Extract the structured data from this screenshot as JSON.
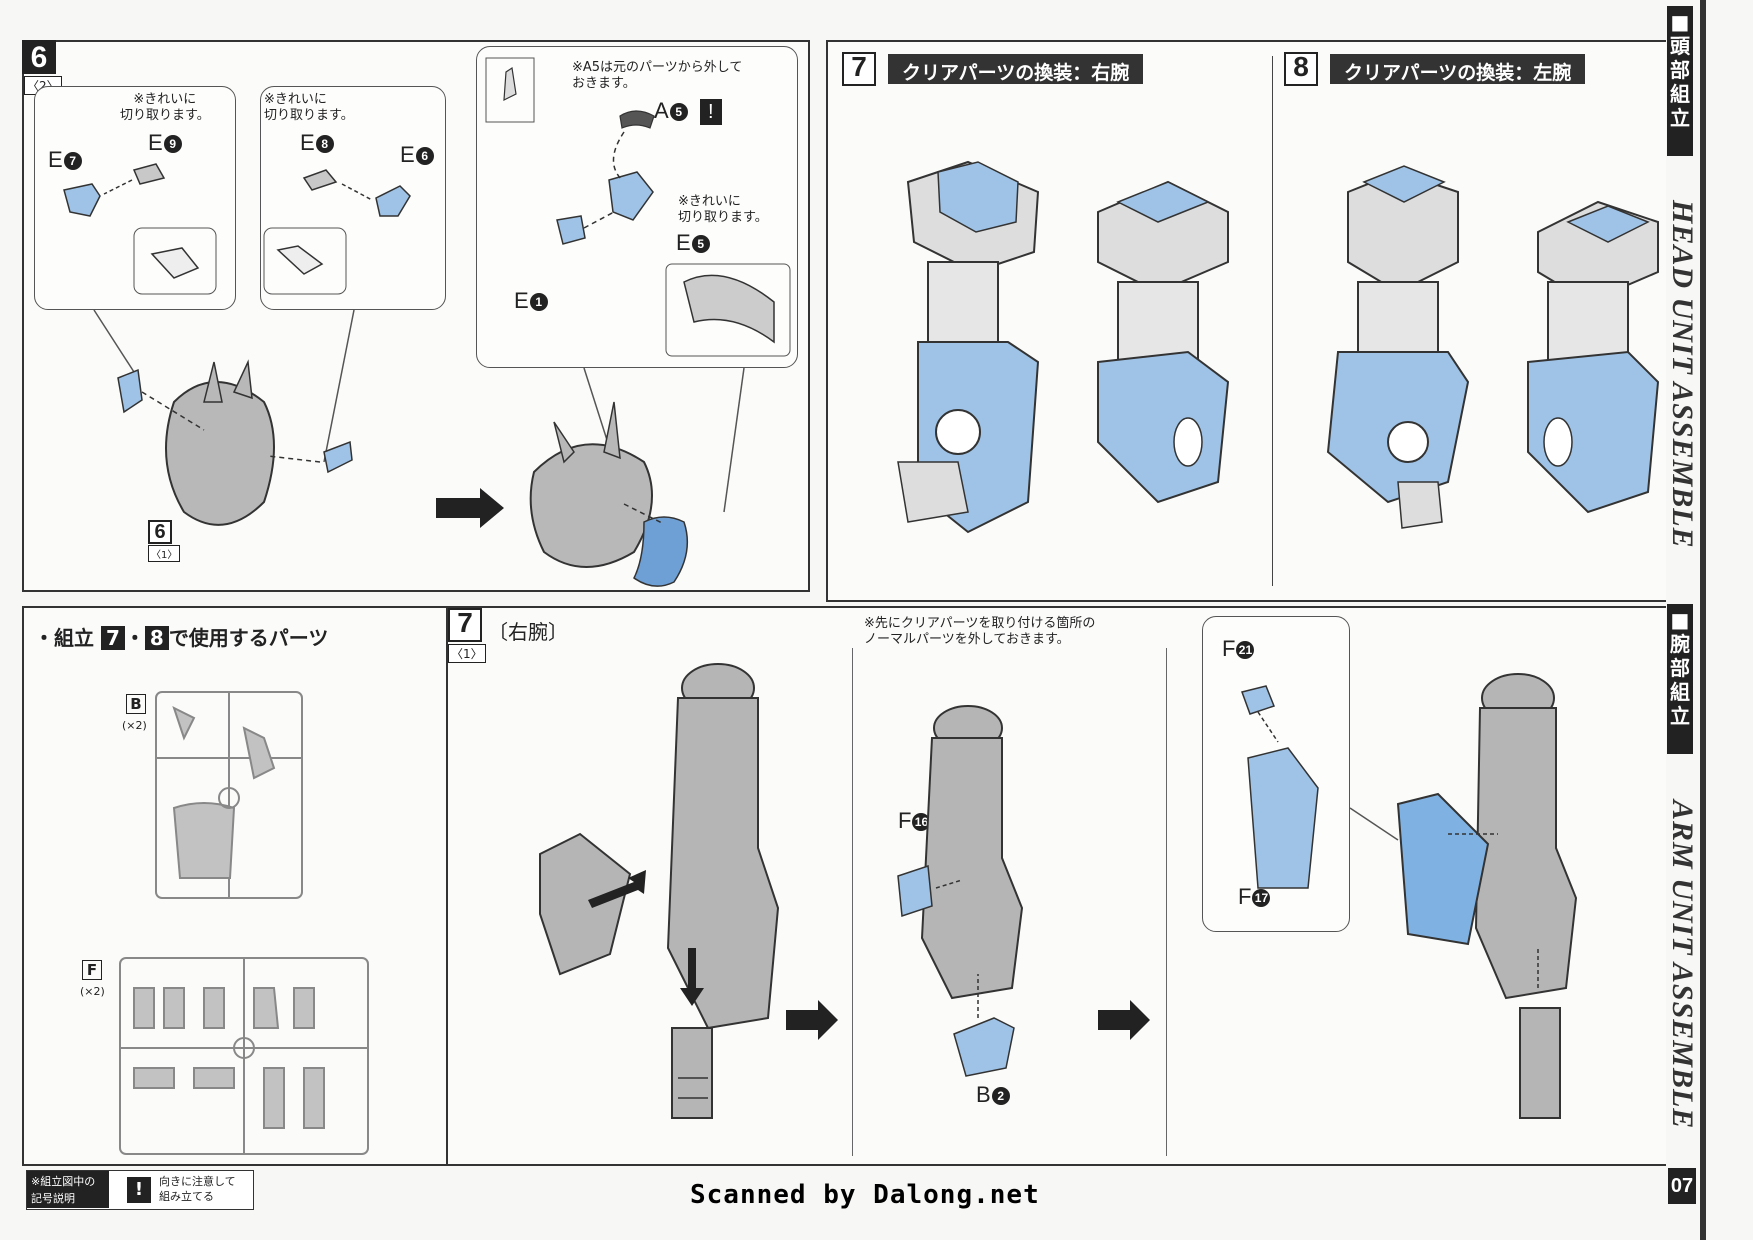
{
  "step6": {
    "number": "6",
    "sub": "〈2〉",
    "note_left": "※きれいに\n切り取ります。",
    "note_mid": "※きれいに\n切り取ります。",
    "labels": {
      "e7": "E",
      "e7n": "7",
      "e9": "E",
      "e9n": "9",
      "e8": "E",
      "e8n": "8",
      "e6": "E",
      "e6n": "6",
      "ref_num": "6",
      "ref_sub": "〈1〉"
    },
    "right_note": "※A5は元のパーツから外して\nおきます。",
    "a5": "A",
    "a5n": "5",
    "e5_note": "※きれいに\n切り取ります。",
    "e5": "E",
    "e5n": "5",
    "e1": "E",
    "e1n": "1"
  },
  "step7": {
    "number": "7",
    "title": "クリアパーツの換装：右腕"
  },
  "step8": {
    "number": "8",
    "title": "クリアパーツの換装：左腕"
  },
  "parts_panel": {
    "heading_prefix": "・組立",
    "heading_n1": "7",
    "heading_dot": "・",
    "heading_n2": "8",
    "heading_suffix": "で使用するパーツ",
    "runner_b": "B",
    "runner_b_qty": "(×2)",
    "runner_f": "F",
    "runner_f_qty": "(×2)"
  },
  "step7_sub": {
    "number": "7",
    "sub": "〈1〉",
    "label": "〔右腕〕",
    "note": "※先にクリアパーツを取り付ける箇所の\nノーマルパーツを外しておきます。",
    "f16": "F",
    "f16n": "16",
    "b2": "B",
    "b2n": "2",
    "f21": "F",
    "f21n": "21",
    "f17": "F",
    "f17n": "17"
  },
  "legend": {
    "title": "※組立図中の\n記号説明",
    "icon": "!",
    "text": "向きに注意して\n組み立てる"
  },
  "footer": {
    "scan_credit": "Scanned by Dalong.net",
    "page_number": "07"
  },
  "side": {
    "tab_head": "■\n頭\n部\n組\n立",
    "head_text": "HEAD UNIT ASSEMBLE",
    "tab_arm": "■\n腕\n部\n組\n立",
    "arm_text": "ARM UNIT ASSEMBLE"
  },
  "colors": {
    "clear_part": "#9fc3e6",
    "gray_part": "#b5b5b5",
    "dark": "#222222"
  }
}
